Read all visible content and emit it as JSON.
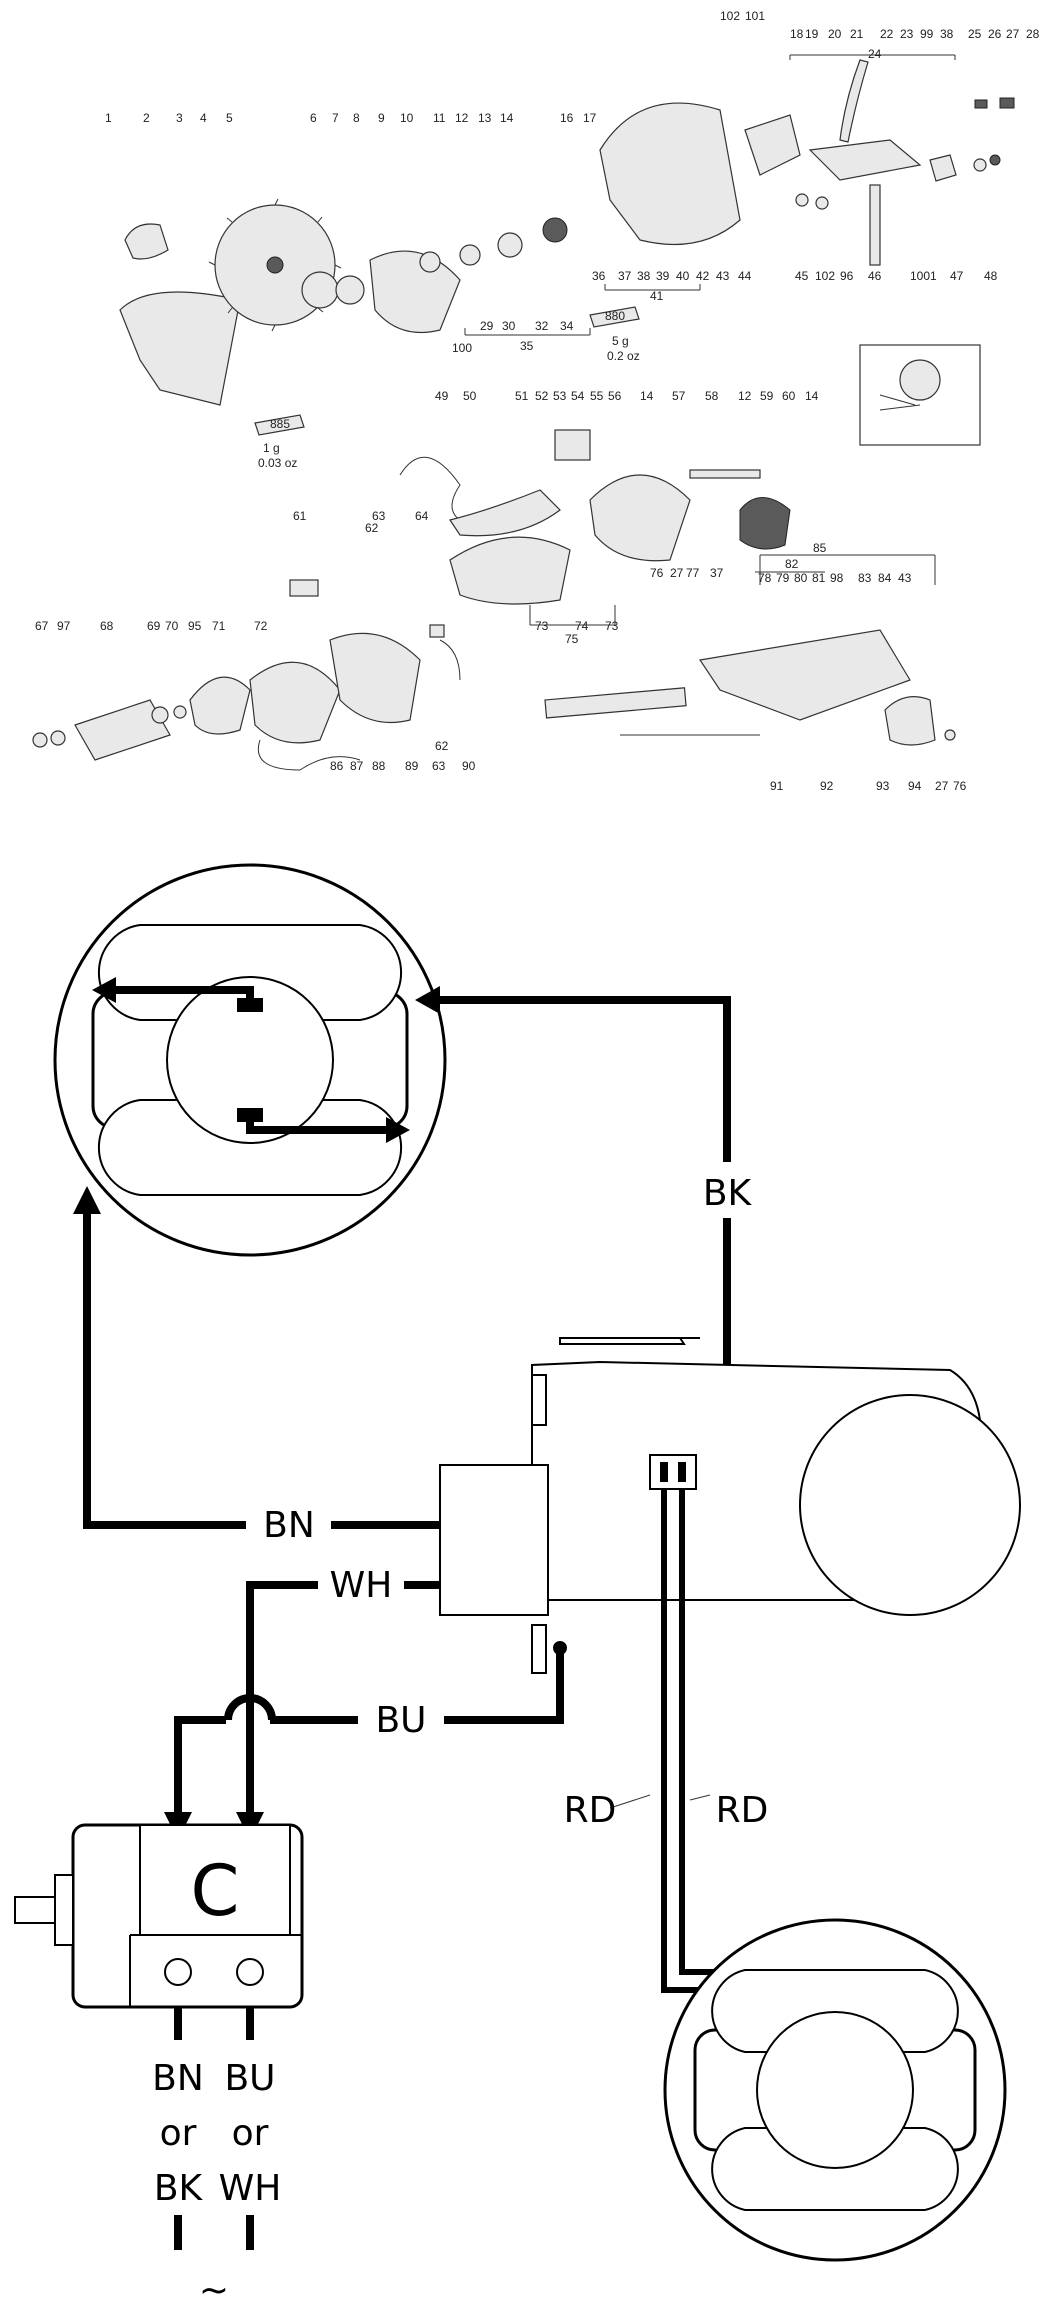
{
  "exploded_view": {
    "top_row_labels": [
      "1",
      "2",
      "3",
      "4",
      "5",
      "6",
      "7",
      "8",
      "9",
      "10",
      "11",
      "12",
      "13",
      "14",
      "16",
      "17",
      "102",
      "101",
      "18",
      "19",
      "20",
      "21",
      "22",
      "23",
      "99",
      "38",
      "25",
      "26",
      "27",
      "28",
      "24"
    ],
    "group_labels": [
      "100",
      "29",
      "30",
      "32",
      "34",
      "35",
      "36",
      "37",
      "38",
      "39",
      "40",
      "41",
      "42",
      "43",
      "44",
      "45",
      "102",
      "96",
      "46",
      "1001",
      "47",
      "48"
    ],
    "middle_labels": [
      "49",
      "50",
      "51",
      "52",
      "53",
      "54",
      "55",
      "56",
      "14",
      "57",
      "58",
      "12",
      "59",
      "60",
      "14",
      "61",
      "62",
      "63",
      "64",
      "73",
      "74",
      "73",
      "75",
      "76",
      "27",
      "77",
      "37",
      "85",
      "82",
      "78",
      "79",
      "80",
      "81",
      "98",
      "83",
      "84",
      "43"
    ],
    "lower_labels": [
      "67",
      "97",
      "68",
      "69",
      "70",
      "95",
      "71",
      "72",
      "86",
      "87",
      "88",
      "89",
      "62",
      "63",
      "90",
      "91",
      "92",
      "93",
      "94",
      "27",
      "76"
    ],
    "grease_tubes": [
      {
        "code": "885",
        "weight_g": "1 g",
        "weight_oz": "0.03 oz"
      },
      {
        "code": "880",
        "weight_g": "5 g",
        "weight_oz": "0.2 oz"
      }
    ]
  },
  "wiring": {
    "wire_bk": "BK",
    "wire_bn": "BN",
    "wire_wh": "WH",
    "wire_bu": "BU",
    "wire_rd_left": "RD",
    "wire_rd_right": "RD",
    "capacitor_label": "C",
    "terminal_1": {
      "line1": "BN",
      "line2": "or",
      "line3": "BK"
    },
    "terminal_2": {
      "line1": "BU",
      "line2": "or",
      "line3": "WH"
    },
    "supply_symbol": "~"
  }
}
